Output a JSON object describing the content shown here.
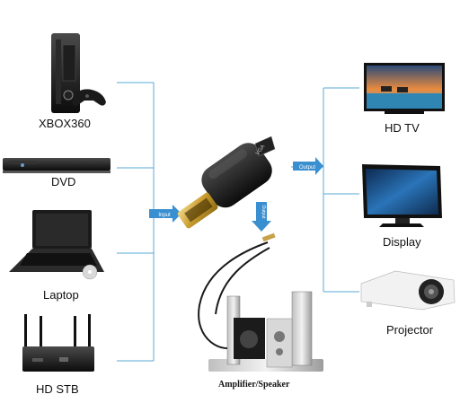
{
  "colors": {
    "connector_line": "#5aa9d6",
    "arrow": "#3a8fd0"
  },
  "left_devices": [
    {
      "label": "XBOX360",
      "icon": "xbox360-console-icon"
    },
    {
      "label": "DVD",
      "icon": "dvd-player-icon"
    },
    {
      "label": "Laptop",
      "icon": "laptop-icon"
    },
    {
      "label": "HD STB",
      "icon": "set-top-box-icon"
    }
  ],
  "right_devices": [
    {
      "label": "HD TV",
      "icon": "hd-tv-icon"
    },
    {
      "label": "Display",
      "icon": "monitor-icon"
    },
    {
      "label": "Projector",
      "icon": "projector-icon"
    }
  ],
  "arrows": {
    "input": "Input",
    "output": "Output",
    "audio": "Output"
  },
  "adapter": {
    "port_label": "VGA",
    "icon": "hdmi-to-vga-adapter-icon"
  },
  "bottom_device": {
    "label": "Amplifier/Speaker",
    "icon": "speaker-system-icon"
  }
}
